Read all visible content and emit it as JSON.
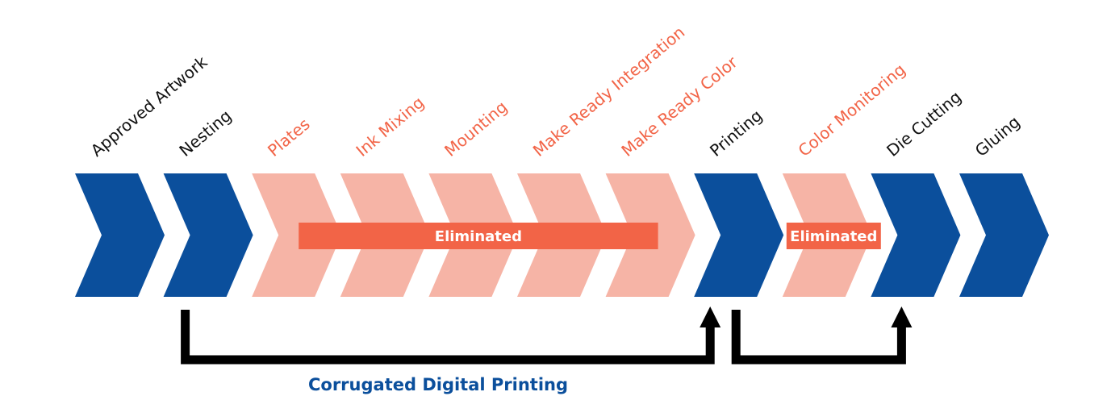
{
  "colors": {
    "kept": "#0b4f9c",
    "eliminated_chevron": "#f6b4a6",
    "eliminated_label": "#f26447",
    "eliminated_text": "#ffffff",
    "kept_label": "#111111",
    "arrow": "#000000",
    "caption": "#0b4f9c"
  },
  "steps": [
    {
      "label": "Approved Artwork",
      "status": "kept"
    },
    {
      "label": "Nesting",
      "status": "kept"
    },
    {
      "label": "Plates",
      "status": "eliminated"
    },
    {
      "label": "Ink Mixing",
      "status": "eliminated"
    },
    {
      "label": "Mounting",
      "status": "eliminated"
    },
    {
      "label": "Make Ready Integration",
      "status": "eliminated"
    },
    {
      "label": "Make Ready Color",
      "status": "eliminated"
    },
    {
      "label": "Printing",
      "status": "kept"
    },
    {
      "label": "Color Monitoring",
      "status": "eliminated"
    },
    {
      "label": "Die Cutting",
      "status": "kept"
    },
    {
      "label": "Gluing",
      "status": "kept"
    }
  ],
  "eliminated_banners": [
    {
      "text": "Eliminated",
      "from_step": 2,
      "to_step": 6
    },
    {
      "text": "Eliminated",
      "from_step": 8,
      "to_step": 8
    }
  ],
  "connectors": [
    {
      "from_step": 1,
      "to_step": 7
    },
    {
      "from_step": 7,
      "to_step": 9
    }
  ],
  "caption": "Corrugated Digital Printing"
}
